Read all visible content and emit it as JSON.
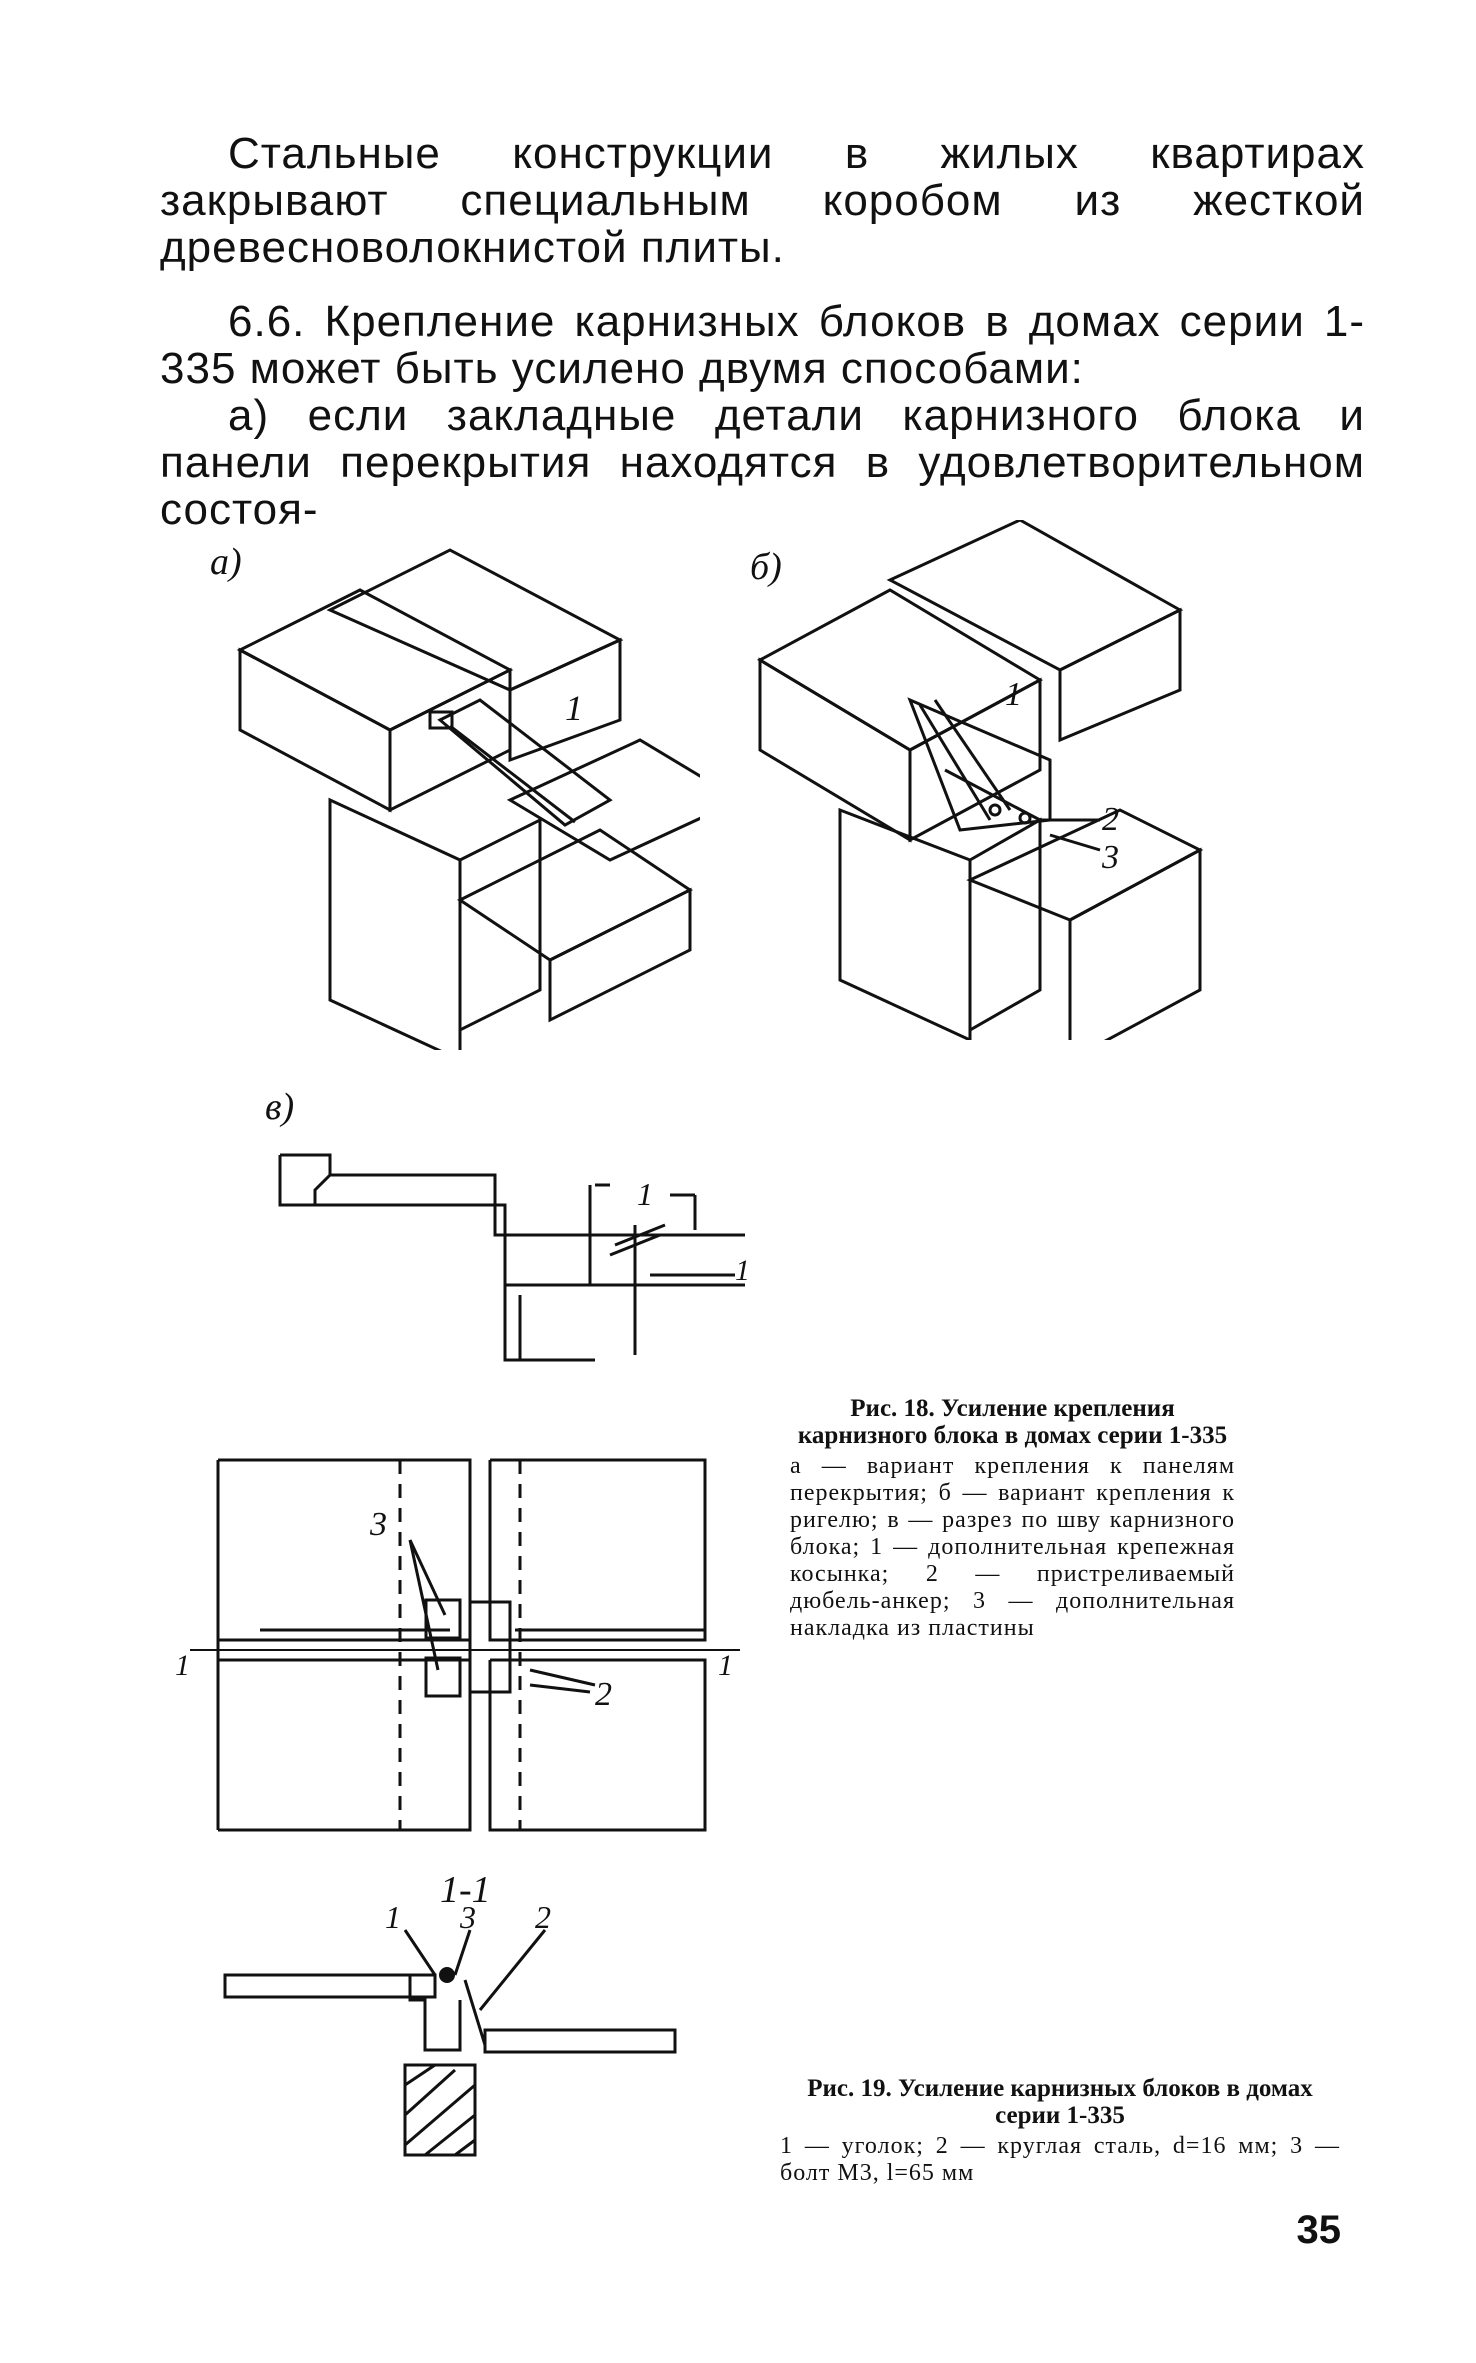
{
  "text": {
    "p1": "Стальные конструкции в жилых квартирах закрывают специальным коробом из жесткой древесноволокнистой плиты.",
    "p2": "6.6. Крепление карнизных блоков в домах серии 1-335 может быть усилено двумя способами:",
    "p3": "а) если закладные детали карнизного блока и панели перекрытия находятся в удовлетворительном состоя-"
  },
  "figure18": {
    "label_a": "а)",
    "label_b": "б)",
    "label_v": "в)",
    "title": "Рис. 18. Усиление крепления карнизного блока в домах серии 1-335",
    "body": "а — вариант крепления к панелям перекрытия; б — вариант крепления к ригелю; в — разрез по шву карнизного блока; 1 — дополнительная крепежная косынка; 2 — пристреливаемый дюбель-анкер; 3 — дополнительная накладка из пластины"
  },
  "figure19": {
    "section_label": "1-1",
    "title": "Рис. 19. Усиление карнизных блоков в домах серии 1-335",
    "body": "1 — уголок; 2 — круглая сталь, d=16 мм; 3 — болт М3, l=65 мм"
  },
  "page_number": "35"
}
